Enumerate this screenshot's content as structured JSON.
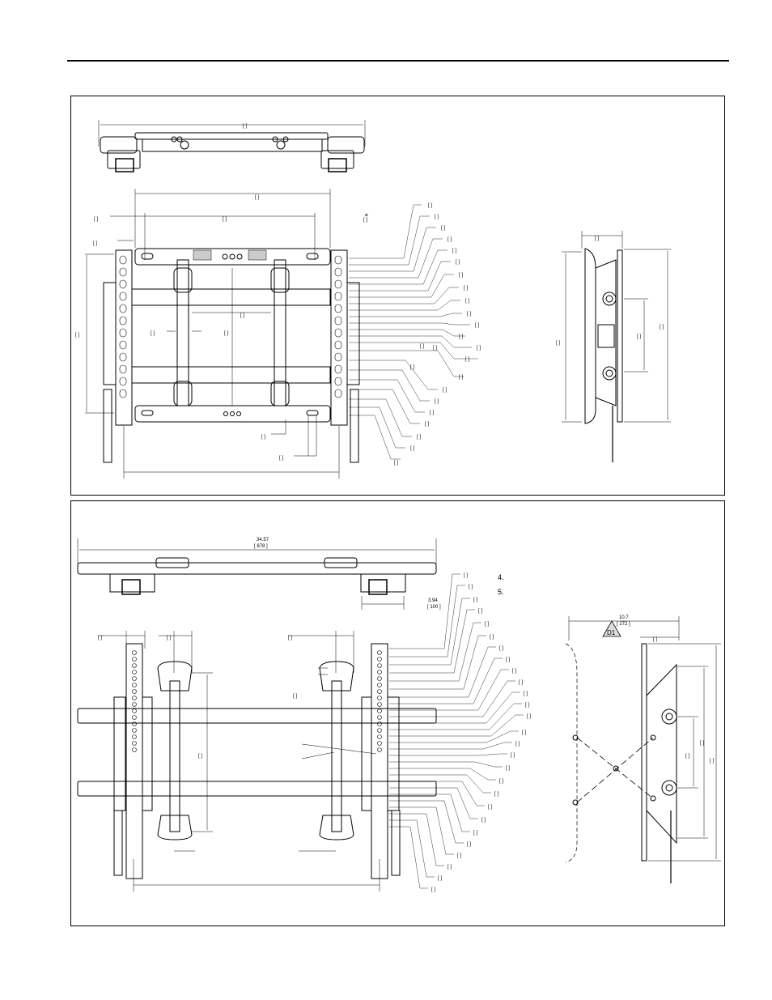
{
  "bottom_view": {
    "overall_width_in": "34.57",
    "overall_width_mm": "[ 878 ]",
    "offset_in": "3.94",
    "offset_mm": "[ 100 ]",
    "depth_in": "10.7",
    "depth_mm": "[ 272 ]",
    "revision_symbol": "D1",
    "notes": [
      "4.",
      "5."
    ]
  },
  "placeholder_bracket": "[  ]",
  "diameter_symbol": "⌀"
}
